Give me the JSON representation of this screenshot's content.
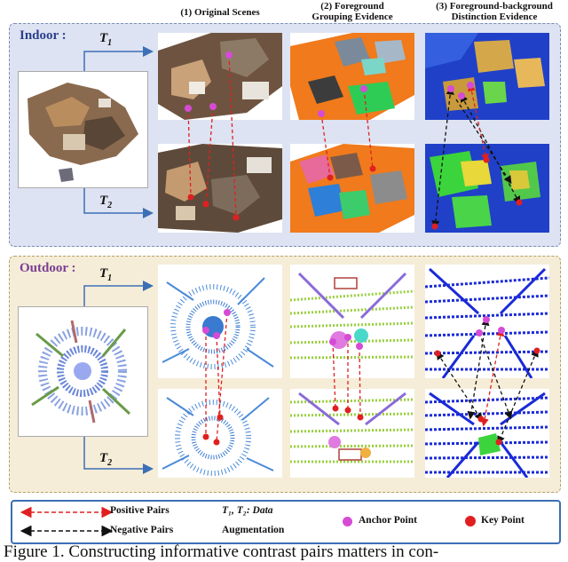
{
  "columns": {
    "original": "(1) Original Scenes",
    "grouping_line1": "(2) Foreground",
    "grouping_line2": "Grouping Evidence",
    "distinction_line1": "(3) Foreground-background",
    "distinction_line2": "Distinction Evidence"
  },
  "indoor": {
    "label": "Indoor :",
    "t1": "T",
    "t1_sub": "1",
    "t2": "T",
    "t2_sub": "2"
  },
  "outdoor": {
    "label": "Outdoor :",
    "t1": "T",
    "t1_sub": "1",
    "t2": "T",
    "t2_sub": "2"
  },
  "legend": {
    "positive": "Positive Pairs",
    "negative": "Negative Pairs",
    "aug_line1": "T₁, T₂: Data",
    "aug_line2": "Augmentation",
    "anchor": "Anchor Point",
    "key": "Key Point"
  },
  "caption": "Figure 1.  Constructing informative contrast pairs matters in con-",
  "colors": {
    "indoor_bg": "#dde3f2",
    "outdoor_bg": "#f5edd8",
    "indoor_label": "#2b3f8c",
    "outdoor_label": "#7a3e91",
    "anchor": "#d64bd6",
    "key": "#e02020",
    "positive_arrow": "#e02020",
    "negative_arrow": "#111111",
    "arrow_blue": "#3c6fb5"
  }
}
